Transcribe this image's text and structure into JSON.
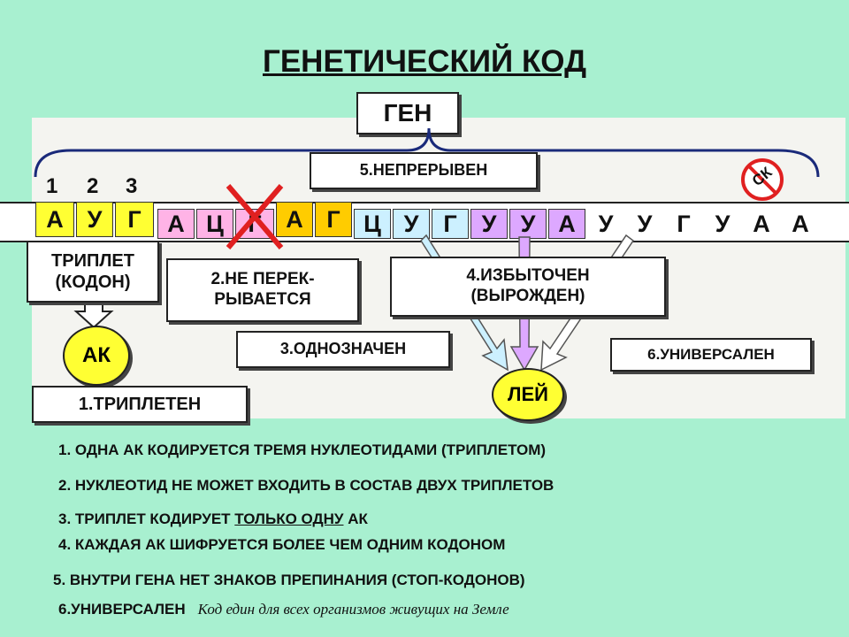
{
  "title": "ГЕНЕТИЧЕСКИЙ КОД",
  "gene_label": "ГЕН",
  "properties": {
    "continuous": "5.НЕПРЕРЫВЕН",
    "non_overlap_1": "2.НЕ ПЕРЕК-",
    "non_overlap_2": "РЫВАЕТСЯ",
    "unambiguous": "3.ОДНОЗНАЧЕН",
    "redundant_1": "4.ИЗБЫТОЧЕН",
    "redundant_2": "(ВЫРОЖДЕН)",
    "universal": "6.УНИВЕРСАЛЕН",
    "triplet": "1.ТРИПЛЕТЕН"
  },
  "triplet_box": {
    "line1": "ТРИПЛЕТ",
    "line2": "(КОДОН)"
  },
  "positions": [
    "1",
    "2",
    "3"
  ],
  "nucleotides": [
    {
      "letter": "А",
      "color": "#ffff33"
    },
    {
      "letter": "У",
      "color": "#ffff33"
    },
    {
      "letter": "Г",
      "color": "#ffff33"
    },
    {
      "letter": "А",
      "color": "#ffb3e6"
    },
    {
      "letter": "Ц",
      "color": "#ffb3e6"
    },
    {
      "letter": "Г",
      "color": "#ffb3e6"
    },
    {
      "letter": "А",
      "color": "#ffcc00"
    },
    {
      "letter": "Г",
      "color": "#ffcc00"
    },
    {
      "letter": "Ц",
      "color": "#ccf0ff"
    },
    {
      "letter": "У",
      "color": "#ccf0ff"
    },
    {
      "letter": "Г",
      "color": "#ccf0ff"
    },
    {
      "letter": "У",
      "color": "#dda8ff"
    },
    {
      "letter": "У",
      "color": "#dda8ff"
    },
    {
      "letter": "А",
      "color": "#dda8ff"
    },
    {
      "letter": "У",
      "color": "#ffffff"
    },
    {
      "letter": "У",
      "color": "#ffffff"
    },
    {
      "letter": "Г",
      "color": "#ffffff"
    },
    {
      "letter": "У",
      "color": "#ffffff"
    },
    {
      "letter": "А",
      "color": "#ffffff"
    },
    {
      "letter": "А",
      "color": "#ffffff"
    }
  ],
  "amino_acid": "АК",
  "leucine": "ЛЕЙ",
  "stop_codon": "СК",
  "list": {
    "item1": "1. ОДНА АК КОДИРУЕТСЯ ТРЕМЯ НУКЛЕОТИДАМИ  (ТРИПЛЕТОМ)",
    "item2": "2. НУКЛЕОТИД НЕ МОЖЕТ ВХОДИТЬ В СОСТАВ ДВУХ ТРИПЛЕТОВ",
    "item3_a": "3. ТРИПЛЕТ КОДИРУЕТ ",
    "item3_u": "ТОЛЬКО ОДНУ",
    "item3_b": " АК",
    "item4": "4. КАЖДАЯ АК ШИФРУЕТСЯ БОЛЕЕ ЧЕМ ОДНИМ КОДОНОМ",
    "item5": "5. ВНУТРИ ГЕНА НЕТ ЗНАКОВ ПРЕПИНАНИЯ (СТОП-КОДОНОВ)",
    "item6": "6.УНИВЕРСАЛЕН",
    "item6_note": "Код един для всех организмов живущих на Земле"
  }
}
